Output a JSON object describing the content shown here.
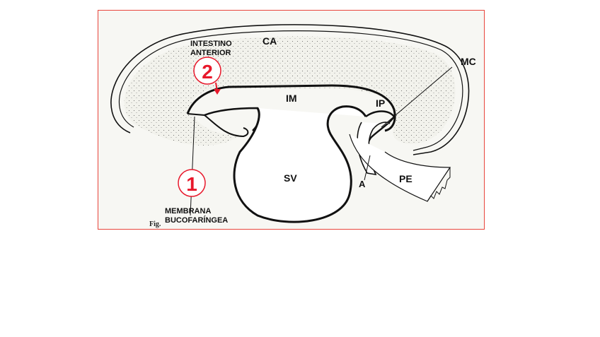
{
  "diagram": {
    "labels": {
      "ca": "CA",
      "intestino_line1": "INTESTINO",
      "intestino_line2": "ANTERIOR",
      "mc": "MC",
      "im": "IM",
      "ip": "IP",
      "sv": "SV",
      "a": "A",
      "pe": "PE",
      "membrana_line1": "MEMBRANA",
      "membrana_line2": "BUCOFARÍNGEA",
      "fig": "Fig."
    },
    "markers": [
      {
        "number": "1"
      },
      {
        "number": "2"
      }
    ],
    "colors": {
      "frame": "#e8453c",
      "marker": "#e8182b",
      "outline": "#111111",
      "stipple_fill": "#ecece4"
    }
  }
}
